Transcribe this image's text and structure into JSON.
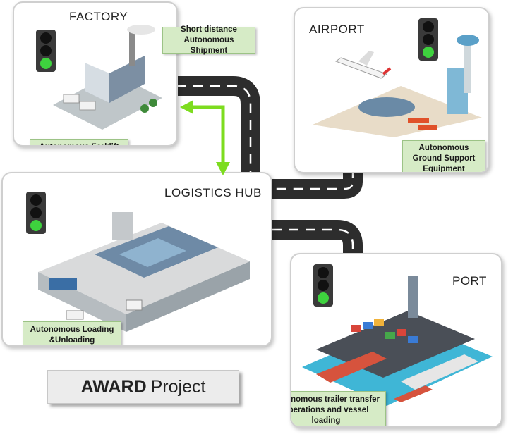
{
  "cards": {
    "factory": {
      "title": "FACTORY",
      "label": "Autonomous Forklift Loading &Unloading"
    },
    "airport": {
      "title": "AIRPORT",
      "label": "Autonomous Ground Support Equipment"
    },
    "logistics": {
      "title": "LOGISTICS HUB",
      "label": "Autonomous Loading &Unloading"
    },
    "port": {
      "title": "PORT",
      "label": "Autonomous trailer transfer operations and vessel loading"
    }
  },
  "shipment_label": "Short distance Autonomous Shipment",
  "award": {
    "bold": "AWARD",
    "rest": "Project"
  },
  "colors": {
    "label_bg": "#d6ebc6",
    "arrow": "#7ddc1f",
    "road": "#2d2d2d",
    "light_on": "#3ed23e"
  },
  "icons": [
    "traffic-light-icon",
    "factory-icon",
    "airport-icon",
    "warehouse-icon",
    "port-icon"
  ]
}
